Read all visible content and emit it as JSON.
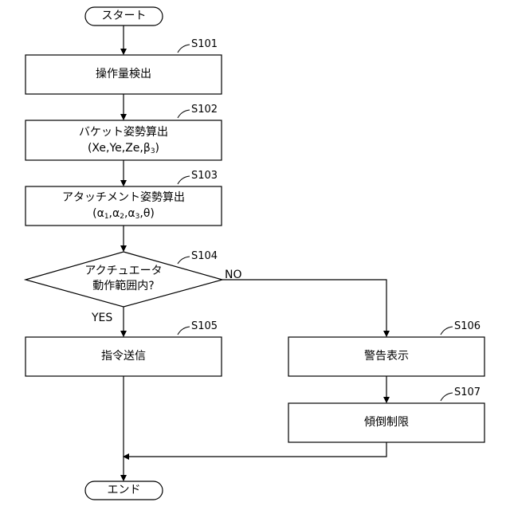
{
  "flowchart": {
    "start": "スタート",
    "end": "エンド",
    "s101": {
      "step": "S101",
      "text": "操作量検出"
    },
    "s102": {
      "step": "S102",
      "line1": "バケット姿勢算出",
      "line2_pre": "(Xe,Ye,Ze,β",
      "line2_sub": "3",
      "line2_post": ")"
    },
    "s103": {
      "step": "S103",
      "line1": "アタッチメント姿勢算出",
      "l2_a1": "(α",
      "l2_s1": "1",
      "l2_a2": ",α",
      "l2_s2": "2",
      "l2_a3": ",α",
      "l2_s3": "3",
      "l2_end": ",θ)"
    },
    "s104": {
      "step": "S104",
      "line1": "アクチュエータ",
      "line2": "動作範囲内?",
      "yes": "YES",
      "no": "NO"
    },
    "s105": {
      "step": "S105",
      "text": "指令送信"
    },
    "s106": {
      "step": "S106",
      "text": "警告表示"
    },
    "s107": {
      "step": "S107",
      "text": "傾倒制限"
    }
  }
}
